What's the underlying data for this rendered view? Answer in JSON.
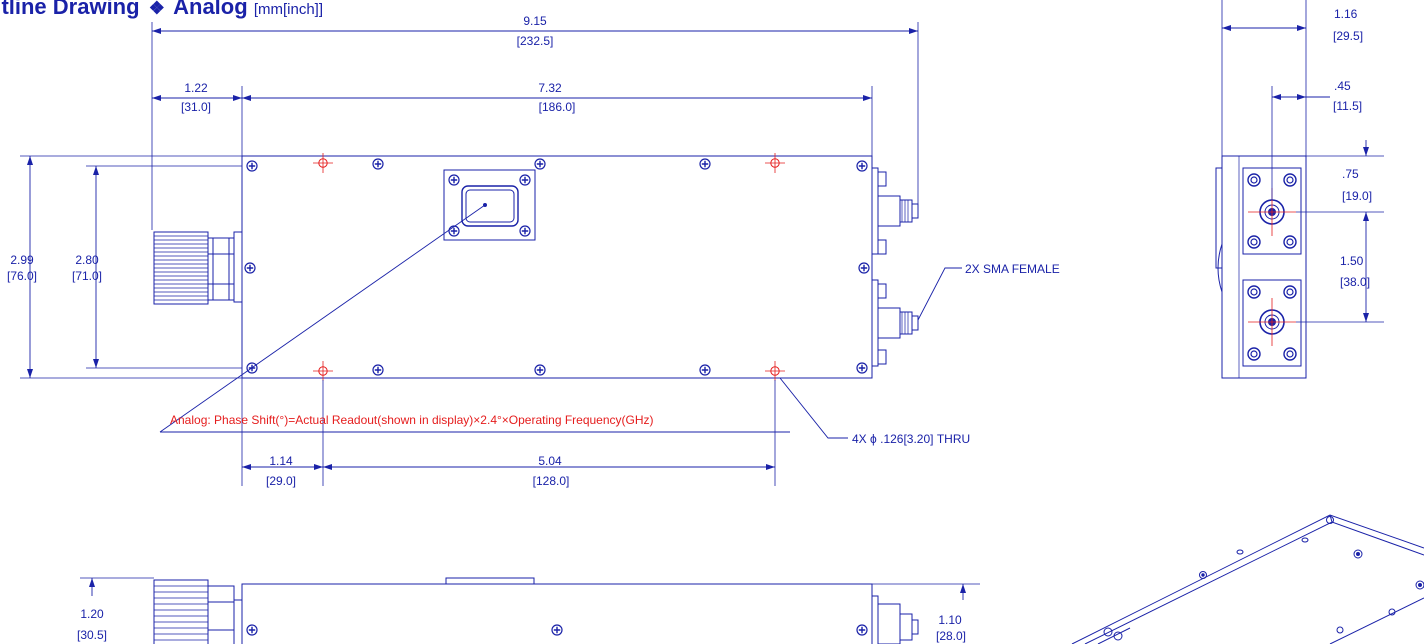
{
  "header": {
    "title": "utline Drawing",
    "separator": "❖",
    "mode": "Analog",
    "units": "[mm[inch]]"
  },
  "dimensions": {
    "overall_length": {
      "inch": "9.15",
      "mm": "[232.5]"
    },
    "connector_offset": {
      "inch": "1.22",
      "mm": "[31.0]"
    },
    "body_length": {
      "inch": "7.32",
      "mm": "[186.0]"
    },
    "overall_height": {
      "inch": "2.99",
      "mm": "[76.0]"
    },
    "body_height": {
      "inch": "2.80",
      "mm": "[71.0]"
    },
    "hole_offset": {
      "inch": "1.14",
      "mm": "[29.0]"
    },
    "hole_spacing": {
      "inch": "5.04",
      "mm": "[128.0]"
    },
    "end_width": {
      "inch": "1.16",
      "mm": "[29.5]"
    },
    "sma_offset": {
      "inch": ".45",
      "mm": "[11.5]"
    },
    "sma_top": {
      "inch": ".75",
      "mm": "[19.0]"
    },
    "sma_spacing": {
      "inch": "1.50",
      "mm": "[38.0]"
    },
    "side_connector_height": {
      "inch": "1.20",
      "mm": "[30.5]"
    },
    "side_body_height": {
      "inch": "1.10",
      "mm": "[28.0]"
    }
  },
  "notes": {
    "sma": "2X SMA FEMALE",
    "holes_prefix": "4X",
    "holes_symbol": "ϕ",
    "holes_rest": ".126[3.20] THRU",
    "phase_formula": "Analog: Phase Shift(°)=Actual Readout(shown in display)×2.4°×Operating Frequency(GHz)"
  },
  "colors": {
    "line": "#1a22a8",
    "note_red": "#e51d1d",
    "background": "#ffffff"
  }
}
